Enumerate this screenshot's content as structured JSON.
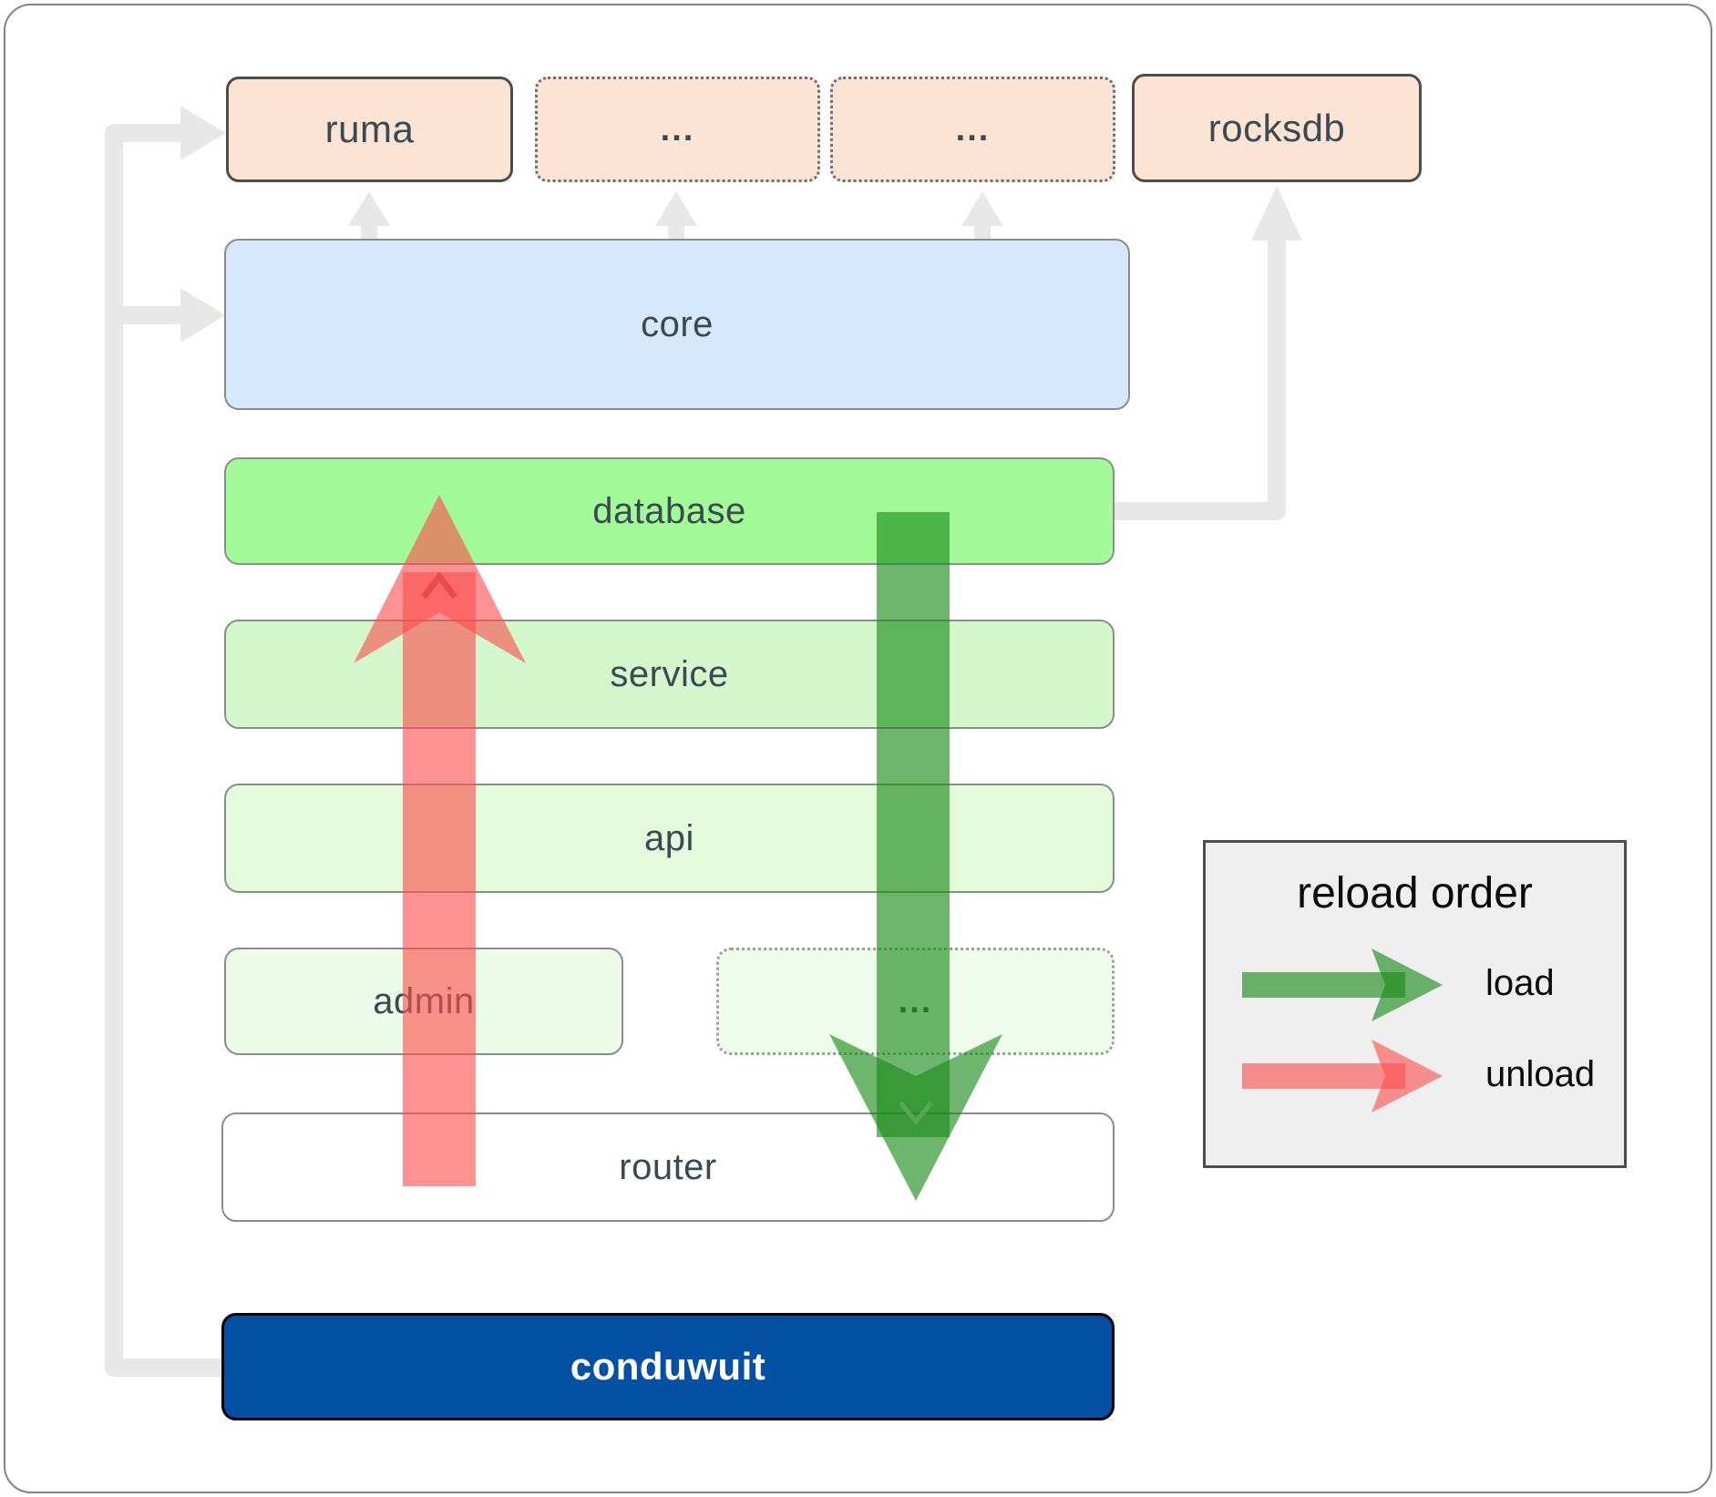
{
  "boxes": {
    "ruma": "ruma",
    "ellipsis_top_1": "...",
    "ellipsis_top_2": "...",
    "rocksdb": "rocksdb",
    "core": "core",
    "database": "database",
    "service": "service",
    "api": "api",
    "admin": "admin",
    "ellipsis_admin_row": "...",
    "router": "router",
    "conduwuit": "conduwuit"
  },
  "legend": {
    "title": "reload order",
    "load_label": "load",
    "unload_label": "unload"
  },
  "colors": {
    "load_arrow": "#1a8c1a",
    "unload_arrow": "#fc4f4f",
    "connector_gray": "#e8e8e8",
    "peach_fill": "#fce4d4",
    "core_blue_fill": "#d6e8fb",
    "database_green_fill": "#a2fb98",
    "service_green_fill": "#d4f8cb",
    "api_green_fill": "#e3fadb",
    "admin_green_fill": "#edfce8",
    "ellipsis_admin_fill": "#f0fdec",
    "router_fill": "#ffffff",
    "conduwuit_blue_fill": "#0450a2",
    "legend_bg": "#efefef",
    "label_color": "#3b4a52"
  }
}
